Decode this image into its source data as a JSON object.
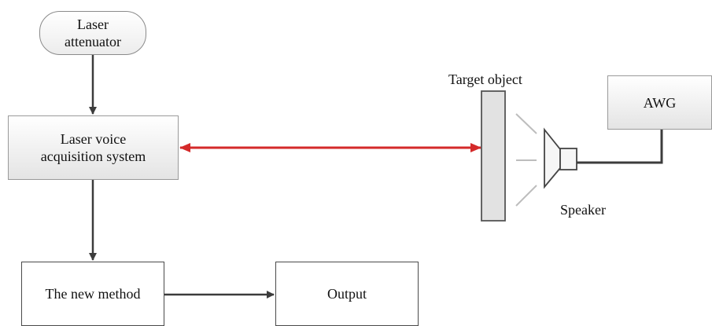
{
  "nodes": {
    "laser_attenuator": "Laser\nattenuator",
    "acquisition_system": "Laser voice\nacquisition system",
    "new_method": "The new method",
    "output": "Output",
    "awg": "AWG"
  },
  "labels": {
    "target_object": "Target object",
    "speaker": "Speaker"
  },
  "colors": {
    "arrow_dark": "#3c3c3c",
    "laser_beam": "#d42a2a"
  }
}
